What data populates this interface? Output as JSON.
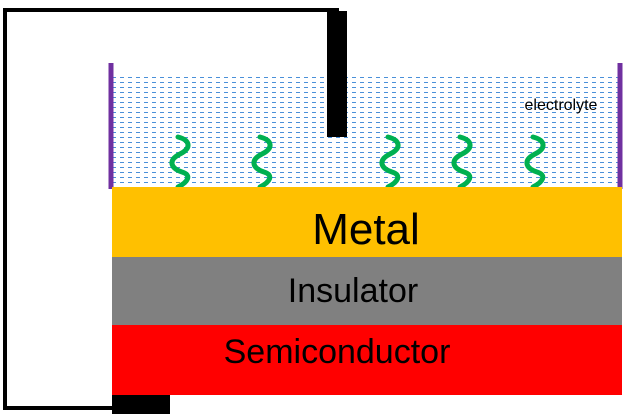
{
  "diagram": {
    "labels": {
      "electrolyte": "electrolyte",
      "metal": "Metal",
      "insulator": "Insulator",
      "semiconductor": "Semiconductor"
    },
    "colors": {
      "metal": "#ffc000",
      "insulator": "#808080",
      "semiconductor": "#ff0000",
      "electrolyte_dash": "#4a90d9",
      "container_walls": "#7030a0",
      "molecules": "#00b050",
      "wire": "#000000",
      "electrode": "#000000"
    },
    "components": {
      "reference_electrode": "black vertical electrode in electrolyte",
      "back_contact": "black contact under semiconductor",
      "circuit_wire": "black external circuit wire",
      "surface_molecules": "green wavy molecules on metal surface"
    }
  }
}
